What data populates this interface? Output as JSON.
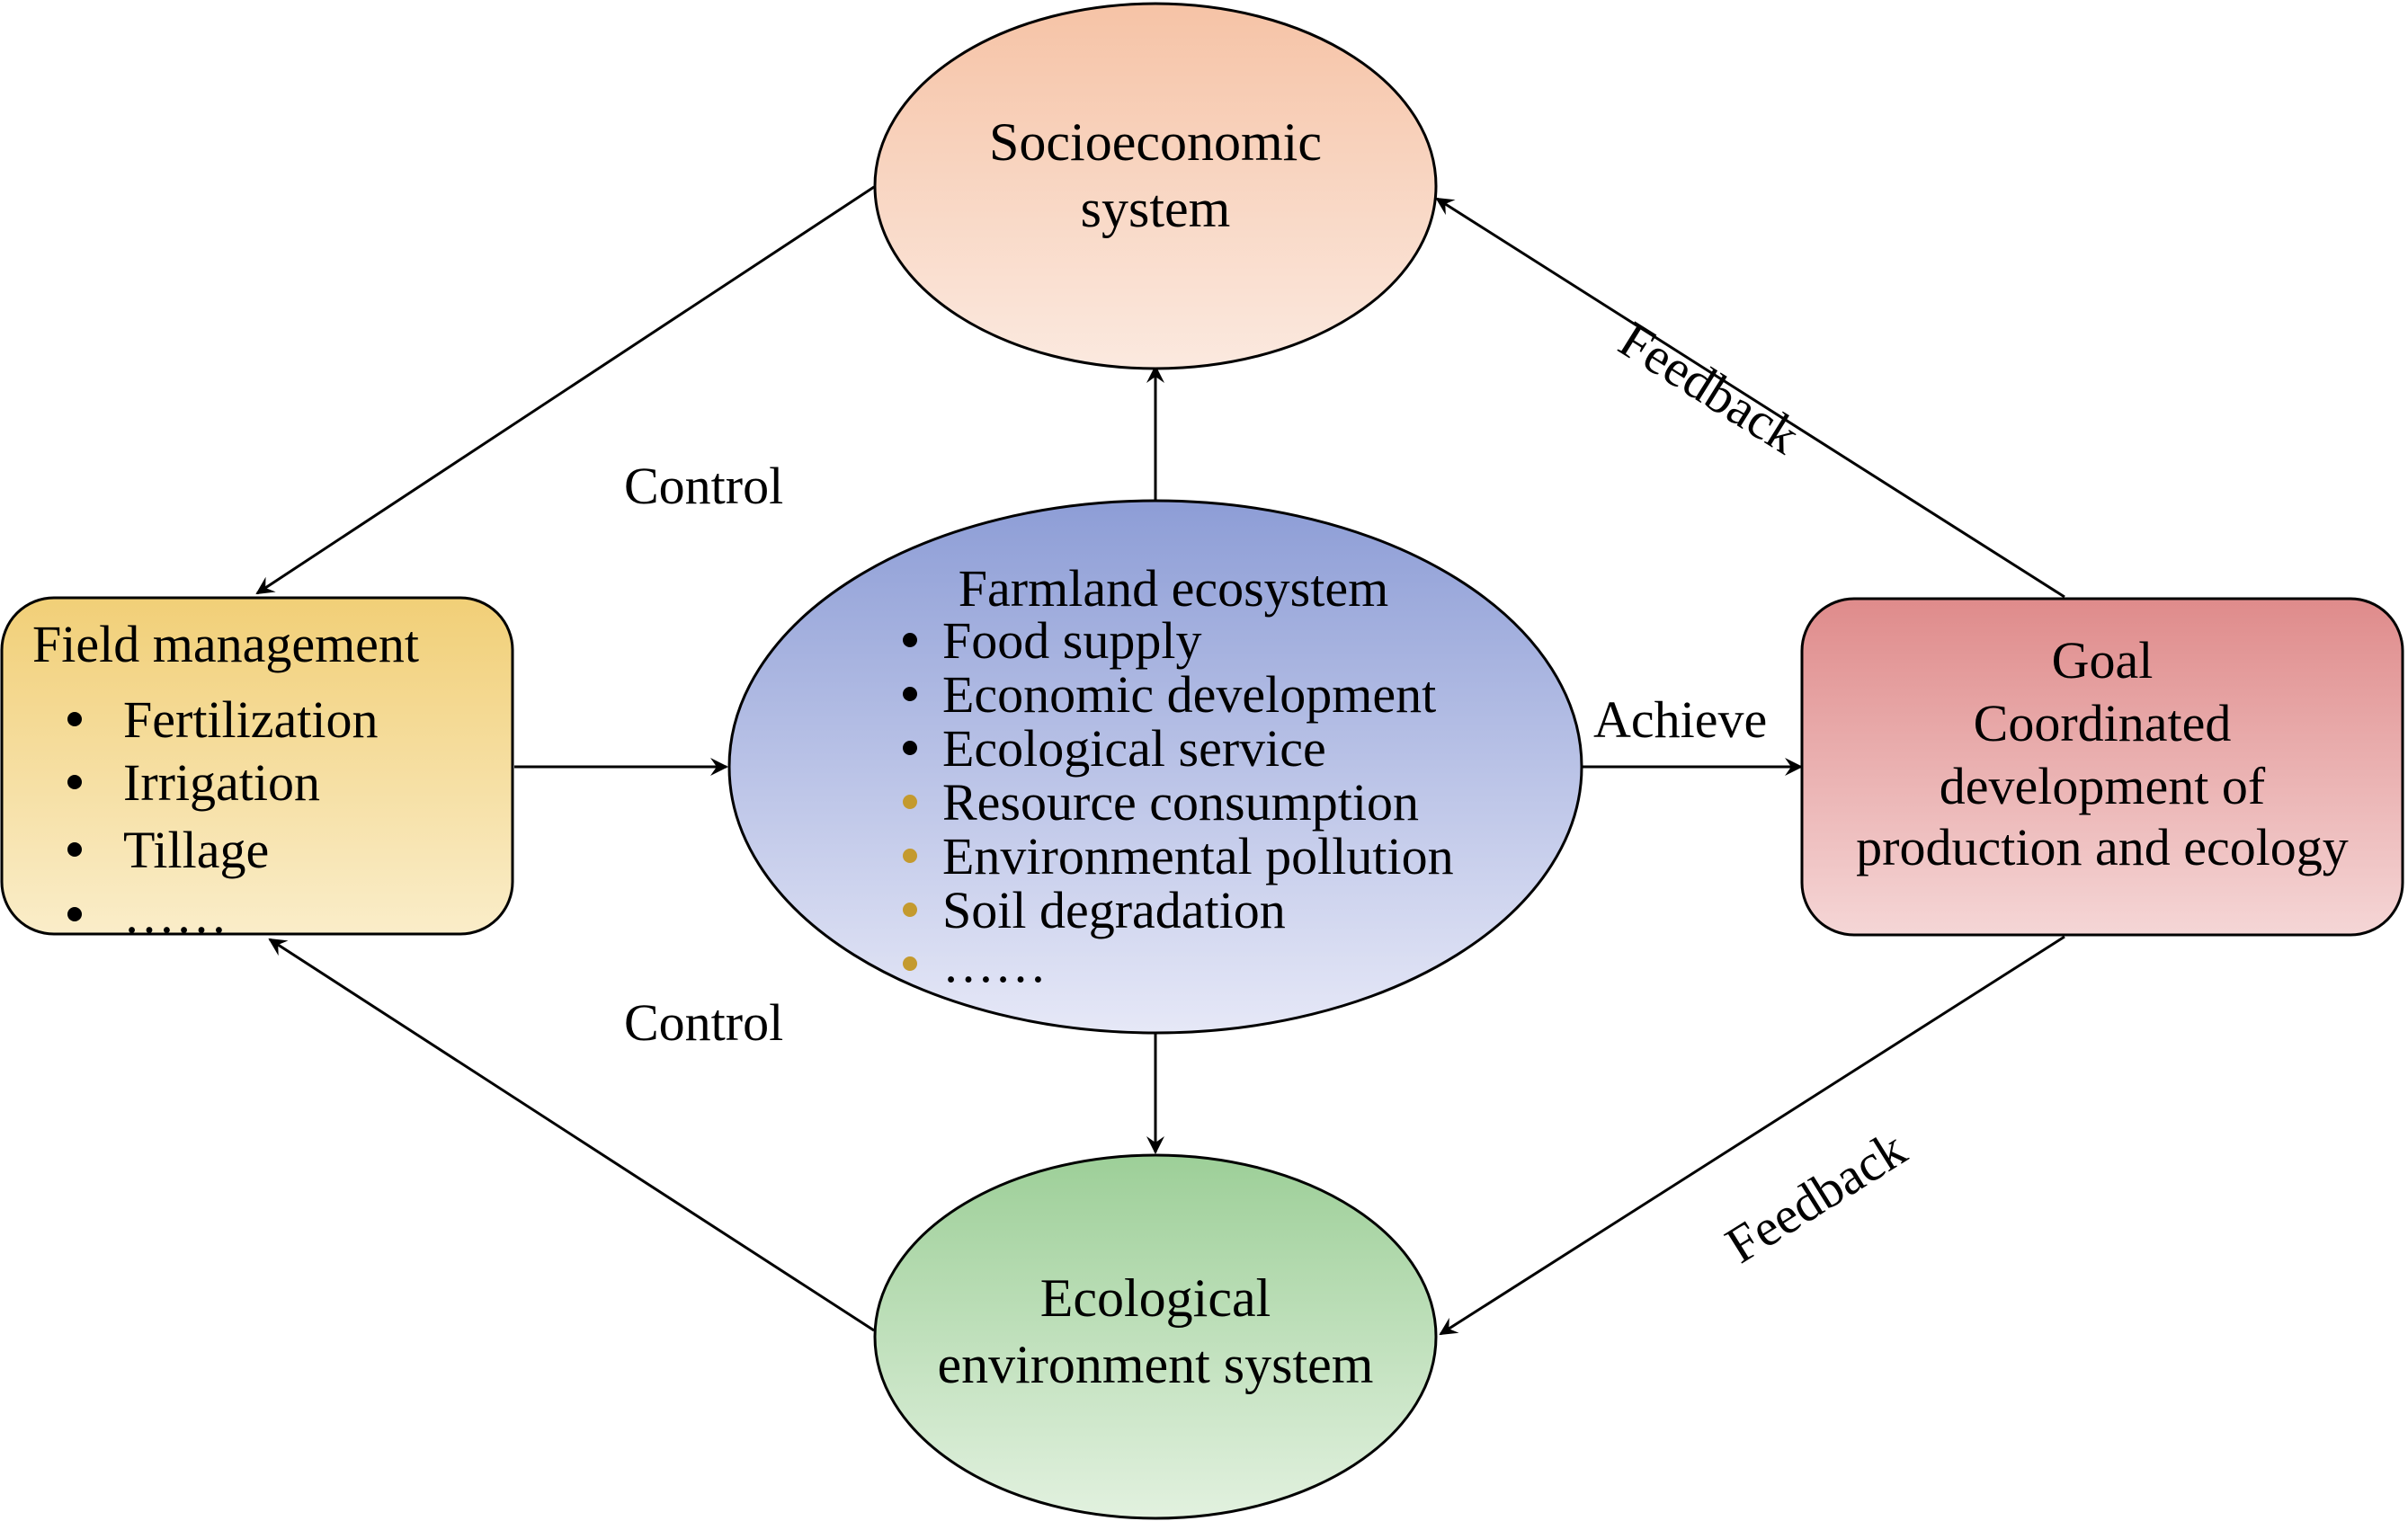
{
  "socioeconomic": {
    "line1": "Socioeconomic",
    "line2": "system"
  },
  "ecological": {
    "line1": "Ecological",
    "line2": "environment system"
  },
  "farmland": {
    "title": "Farmland ecosystem",
    "items": [
      {
        "text": "Food supply",
        "bullet": "black"
      },
      {
        "text": "Economic development",
        "bullet": "black"
      },
      {
        "text": "Ecological service",
        "bullet": "black"
      },
      {
        "text": "Resource consumption",
        "bullet": "gold"
      },
      {
        "text": "Environmental pollution",
        "bullet": "gold"
      },
      {
        "text": "Soil degradation",
        "bullet": "gold"
      },
      {
        "text": "……",
        "bullet": "gold"
      }
    ]
  },
  "field": {
    "title": "Field management",
    "items": [
      "Fertilization",
      "Irrigation",
      "Tillage",
      "……"
    ]
  },
  "goal": {
    "line1": "Goal",
    "line2": "Coordinated",
    "line3": "development of",
    "line4": "production and ecology"
  },
  "labels": {
    "control_top": "Control",
    "control_bottom": "Control",
    "achieve": "Achieve",
    "feedback_top": "Feedback",
    "feedback_bottom": "Feedback"
  },
  "colors": {
    "socio_top": "#f6c3a6",
    "socio_bottom": "#fbe9df",
    "eco_top": "#9dcf98",
    "eco_bottom": "#e2f1df",
    "farm_top": "#8d9dd6",
    "farm_bottom": "#e6e8f7",
    "field_top": "#f1cf77",
    "field_bottom": "#faedc9",
    "goal_top": "#df8b8b",
    "goal_bottom": "#f5d6d6",
    "bullet_black": "#000000",
    "bullet_gold": "#c49a2e"
  }
}
